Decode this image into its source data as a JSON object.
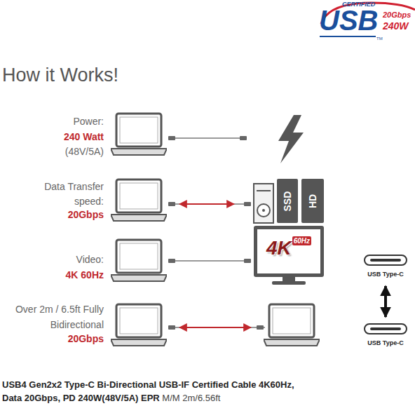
{
  "diagram": {
    "title": "How it Works!",
    "caption": "USB4 Gen2x2 Type-C Bi-Directional USB-IF Certified Cable 4K60Hz, Data 20Gbps, PD 240W(48V/5A) EPR",
    "nodes": [
      {
        "text": [
          "SSD"
        ]
      },
      {
        "text": [
          "HD"
        ]
      },
      {
        "text": [
          "4K",
          "60Hz"
        ]
      }
    ],
    "labels": [
      "CERTIFIED",
      "USB",
      "20Gbps",
      "240W",
      "TM",
      "Power:",
      "240 Watt",
      "(48V/5A)",
      "Data Transfer speed:",
      "20Gbps",
      "Video:",
      "4K 60Hz",
      "Over 2m / 6.5ft Fully Bidirectional",
      "20Gbps",
      "USB Type-C",
      "USB Type-C",
      "M/M 2m/6.56ft"
    ]
  }
}
